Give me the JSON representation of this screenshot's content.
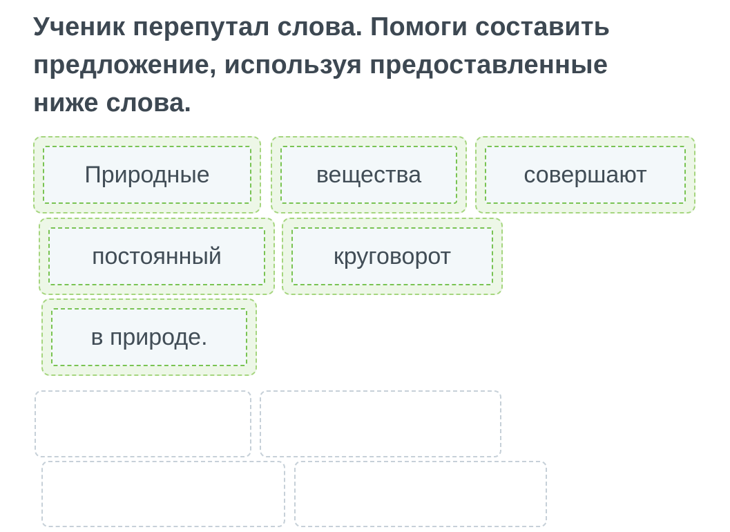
{
  "colors": {
    "page_bg": "#ffffff",
    "title_text": "#3d4852",
    "word_text": "#414d56",
    "tile_outer_bg": "#edf7e7",
    "tile_outer_border": "#a5d57e",
    "tile_inner_bg": "#f3f8fa",
    "tile_inner_border": "#79c352",
    "slot_border": "#c6d0d8",
    "slot_bg": "#ffffff"
  },
  "task": {
    "title": "Ученик перепутал слова. Помоги составить предложение, используя предоставленные ниже слова.",
    "title_lines": [
      "Ученик перепутал слова. Помоги составить",
      "предложение, используя предоставленные",
      "ниже слова."
    ]
  },
  "word_bank": {
    "words": [
      {
        "label": "Природные"
      },
      {
        "label": "вещества"
      },
      {
        "label": "совершают"
      },
      {
        "label": "постоянный"
      },
      {
        "label": "круговорот"
      },
      {
        "label": "в природе."
      }
    ]
  },
  "answer_area": {
    "slot_count": 4
  }
}
